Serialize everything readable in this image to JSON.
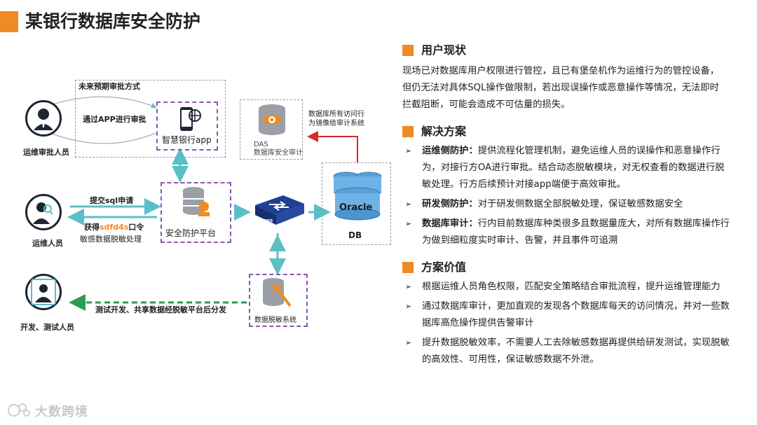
{
  "header": {
    "title": "某银行数据库安全防护"
  },
  "diagram": {
    "future_label": "未来预期审批方式",
    "approve_via_app": "通过APP进行审批",
    "bank_app": "智慧银行app",
    "approver": "运维审批人员",
    "das_label": "DAS",
    "das_sub": "数据库安全审计",
    "mirror_line1": "数据库所有访问行",
    "mirror_line2": "为镜像给审计系统",
    "submit_sql": "提交sql申请",
    "get_token_prefix": "获得",
    "get_token_code": "sdfd4s",
    "get_token_suffix": "口令",
    "sensitive": "敏感数据脱敏处理",
    "platform": "安全防护平台",
    "ops": "运维人员",
    "trans": "Trans",
    "oracle": "Oracle",
    "db": "DB",
    "desens_system": "数据脱敏系统",
    "dev_share": "测试开发、共享数据经脱敏平台后分发",
    "dev_test": "开发、测试人员"
  },
  "sections": {
    "current": {
      "title": "用户现状",
      "text": "现场已对数据库用户权限进行管控，且已有堡垒机作为运维行为的管控设备，但仍无法对具体SQL操作做限制，若出现误操作或恶意操作等情况，无法即时拦截阻断，可能会造成不可估量的损失。"
    },
    "solution": {
      "title": "解决方案",
      "items": [
        {
          "label": "运维侧防护：",
          "text": "提供流程化管理机制，避免运维人员的误操作和恶意操作行为，对接行方OA进行审批。结合动态脱敏模块，对无权查看的数据进行脱敏处理。行方后续预计对接app端便于高效审批。"
        },
        {
          "label": "研发侧防护：",
          "text": "对于研发侧数据全部脱敏处理，保证敏感数据安全"
        },
        {
          "label": "数据库审计：",
          "text": "行内目前数据库种类很多且数据量庞大，对所有数据库操作行为做到细粒度实时审计、告警，并且事件可追溯"
        }
      ]
    },
    "value": {
      "title": "方案价值",
      "items": [
        {
          "text": "根据运维人员角色权限，匹配安全策略结合审批流程，提升运维管理能力"
        },
        {
          "text": "通过数据库审计，更加直观的发现各个数据库每天的访问情况，并对一些数据库高危操作提供告警审计"
        },
        {
          "text": "提升数据脱敏效率，不需要人工去除敏感数据再提供给研发测试，实现脱敏的高效性、可用性，保证敏感数据不外泄。"
        }
      ]
    }
  },
  "watermark": {
    "text": "大数跨境"
  },
  "colors": {
    "accent": "#f08a24",
    "teal": "#5bbfc8",
    "red": "#d62b2b",
    "green": "#2e9b54",
    "purple": "#8a55b0"
  }
}
